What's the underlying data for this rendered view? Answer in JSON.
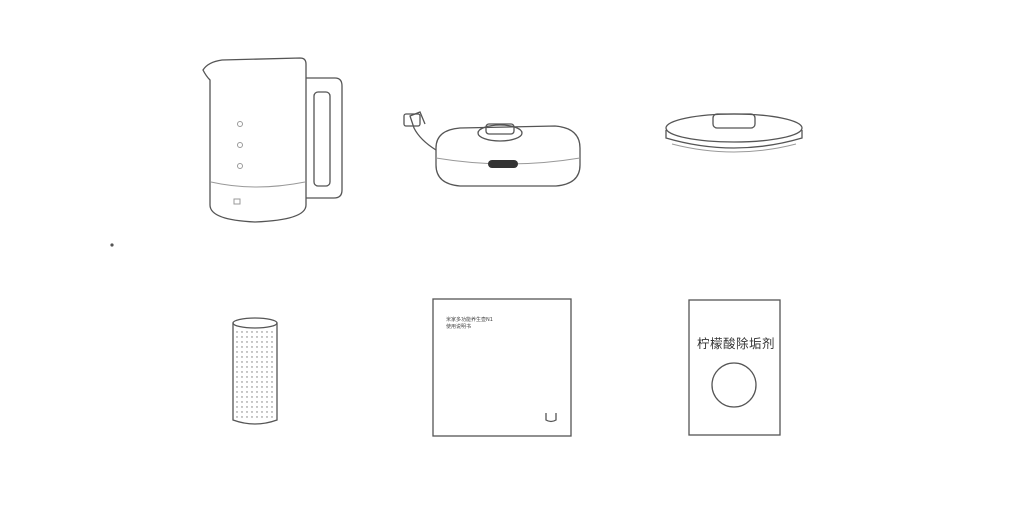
{
  "items": [
    {
      "name": "kettle-body"
    },
    {
      "name": "kettle-base"
    },
    {
      "name": "lid"
    },
    {
      "name": "tea-strainer"
    },
    {
      "name": "user-manual",
      "lines": [
        "米家多功能养生壶N1",
        "使用说明书"
      ]
    },
    {
      "name": "descaler-packet",
      "label": "柠檬酸除垢剂"
    }
  ],
  "colors": {
    "line": "#555555",
    "background": "#ffffff"
  }
}
